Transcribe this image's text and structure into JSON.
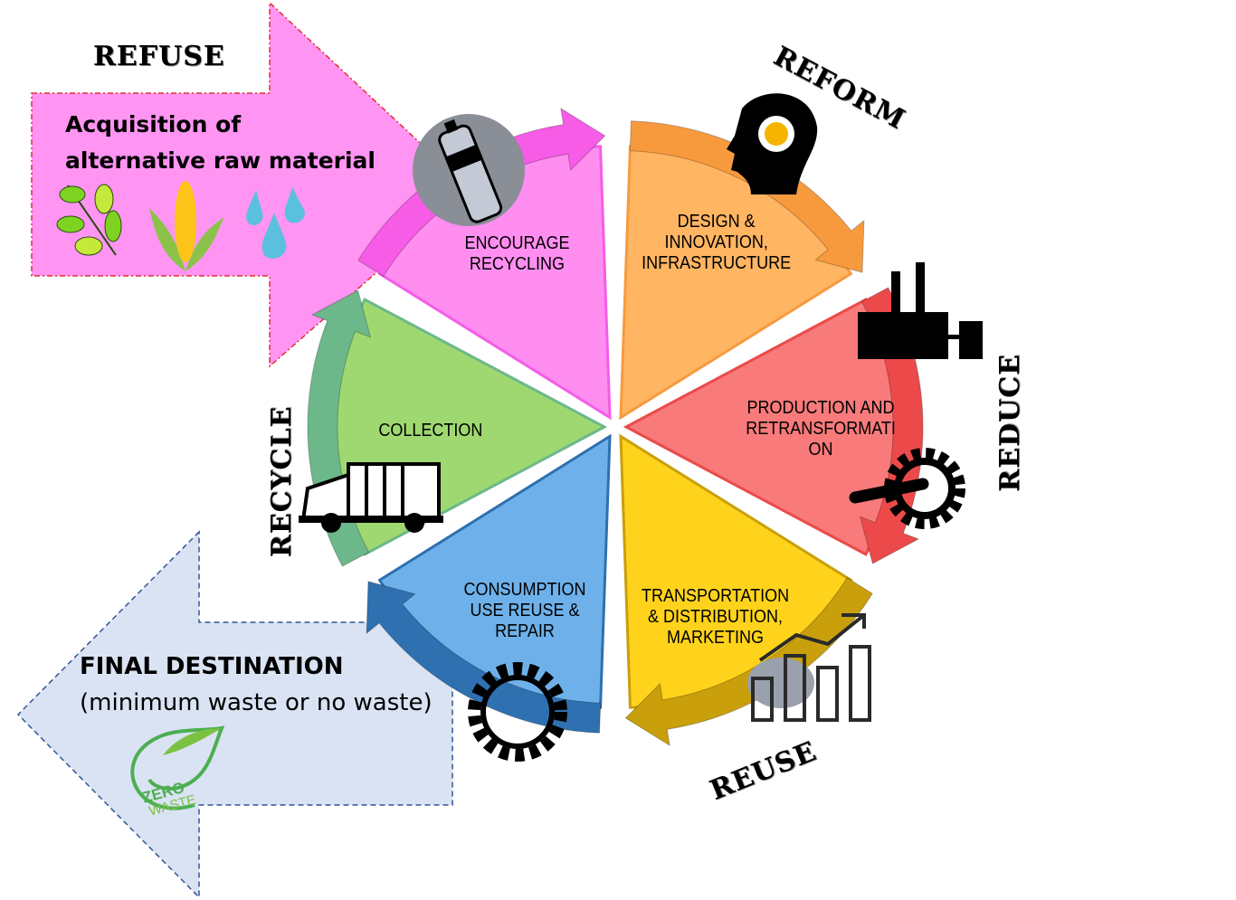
{
  "refuse_box": {
    "title": "REFUSE",
    "line1": "Acquisition of",
    "line2": "alternative raw material",
    "icons": [
      "leaf-branch-icon",
      "corn-icon",
      "water-drops-icon"
    ]
  },
  "final_box": {
    "title": "FINAL DESTINATION",
    "subtitle": "(minimum waste or no waste)",
    "logo_text": "ZERO WASTE"
  },
  "r_labels": {
    "reform": "REFORM",
    "reduce": "REDUCE",
    "reuse": "REUSE",
    "recycle": "RECYCLE"
  },
  "segments": [
    {
      "id": "encourage",
      "line1": "ENCOURAGE",
      "line2": "RECYCLING",
      "color": "#ff8ef0",
      "band": "#f65ce6",
      "icon": "bottle-icon"
    },
    {
      "id": "design",
      "line1": "DESIGN &",
      "line2": "INNOVATION,",
      "line3": "INFRASTRUCTURE",
      "color": "#ffb562",
      "band": "#f79a3e",
      "icon": "lightbulb-head-icon"
    },
    {
      "id": "production",
      "line1": "PRODUCTION AND",
      "line2": "RETRANSFORMATI",
      "line3": "ON",
      "color": "#f87a7a",
      "band": "#ec4a4a",
      "icon": "factory-icon"
    },
    {
      "id": "transport",
      "line1": "TRANSPORTATION",
      "line2": "& DISTRIBUTION,",
      "line3": "MARKETING",
      "color": "#ffd31c",
      "band": "#c99f0c",
      "icon": "bar-chart-icon"
    },
    {
      "id": "consumption",
      "line1": "CONSUMPTION",
      "line2": "USE REUSE &",
      "line3": "REPAIR",
      "color": "#6eb1ea",
      "band": "#2e70b0",
      "icon": "gear-cycle-icon"
    },
    {
      "id": "collection",
      "line1": "COLLECTION",
      "color": "#9fd870",
      "band": "#6db88a",
      "icon": "garbage-truck-icon"
    }
  ]
}
